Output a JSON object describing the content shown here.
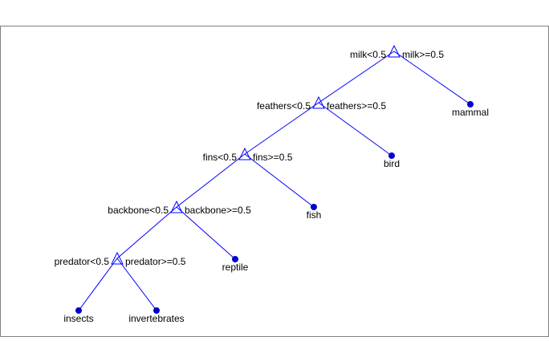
{
  "tree": {
    "line_color": "#0000ff",
    "leaf_color": "#0000cc",
    "nodes": [
      {
        "id": "n-milk",
        "type": "split",
        "left_rule": "milk<0.5",
        "right_rule": "milk>=0.5"
      },
      {
        "id": "n-feathers",
        "type": "split",
        "left_rule": "feathers<0.5",
        "right_rule": "feathers>=0.5"
      },
      {
        "id": "n-fins",
        "type": "split",
        "left_rule": "fins<0.5",
        "right_rule": "fins>=0.5"
      },
      {
        "id": "n-backbone",
        "type": "split",
        "left_rule": "backbone<0.5",
        "right_rule": "backbone>=0.5"
      },
      {
        "id": "n-predator",
        "type": "split",
        "left_rule": "predator<0.5",
        "right_rule": "predator>=0.5"
      },
      {
        "id": "n-mammal",
        "type": "leaf",
        "label": "mammal"
      },
      {
        "id": "n-bird",
        "type": "leaf",
        "label": "bird"
      },
      {
        "id": "n-fish",
        "type": "leaf",
        "label": "fish"
      },
      {
        "id": "n-reptile",
        "type": "leaf",
        "label": "reptile"
      },
      {
        "id": "n-insects",
        "type": "leaf",
        "label": "insects"
      },
      {
        "id": "n-invertebrates",
        "type": "leaf",
        "label": "invertebrates"
      }
    ],
    "edges": [
      {
        "from": "n-milk",
        "to": "n-feathers"
      },
      {
        "from": "n-milk",
        "to": "n-mammal"
      },
      {
        "from": "n-feathers",
        "to": "n-fins"
      },
      {
        "from": "n-feathers",
        "to": "n-bird"
      },
      {
        "from": "n-fins",
        "to": "n-backbone"
      },
      {
        "from": "n-fins",
        "to": "n-fish"
      },
      {
        "from": "n-backbone",
        "to": "n-predator"
      },
      {
        "from": "n-backbone",
        "to": "n-reptile"
      },
      {
        "from": "n-predator",
        "to": "n-insects"
      },
      {
        "from": "n-predator",
        "to": "n-invertebrates"
      }
    ]
  }
}
